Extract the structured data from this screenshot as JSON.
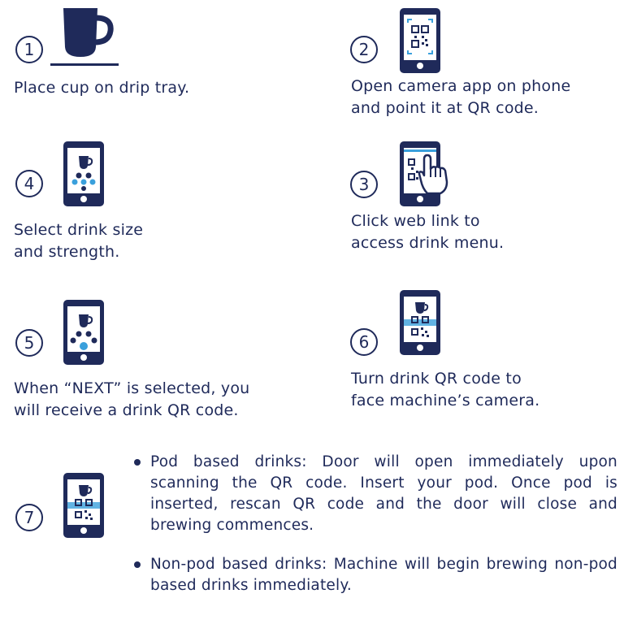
{
  "steps": {
    "s1": {
      "number": "1",
      "text": "Place cup on drip tray."
    },
    "s2": {
      "number": "2",
      "line1": "Open camera app on phone",
      "line2": "and point it at QR code."
    },
    "s3": {
      "number": "3",
      "line1": "Click web link to",
      "line2": "access drink menu."
    },
    "s4": {
      "number": "4",
      "line1": "Select drink size",
      "line2": "and strength."
    },
    "s5": {
      "number": "5",
      "line1": "When “NEXT” is selected, you",
      "line2": "will receive a drink QR code."
    },
    "s6": {
      "number": "6",
      "line1": "Turn drink QR code to",
      "line2": "face machine’s camera."
    },
    "s7": {
      "number": "7",
      "bullets": [
        "Pod based drinks:  Door will open immediately upon scanning the QR code. Insert your pod. Once pod is inserted, rescan QR code and the door will close and brewing commences.",
        "Non-pod based drinks:  Machine will begin brewing non-pod based drinks immediately."
      ]
    }
  },
  "colors": {
    "navy": "#1f2a5a",
    "accent_blue": "#3aa0dc",
    "white": "#ffffff"
  },
  "icons": [
    "mug-icon",
    "phone-qr-icon",
    "phone-tap-qr-icon",
    "phone-menu-icon",
    "phone-next-icon",
    "phone-drink-qr-icon"
  ]
}
